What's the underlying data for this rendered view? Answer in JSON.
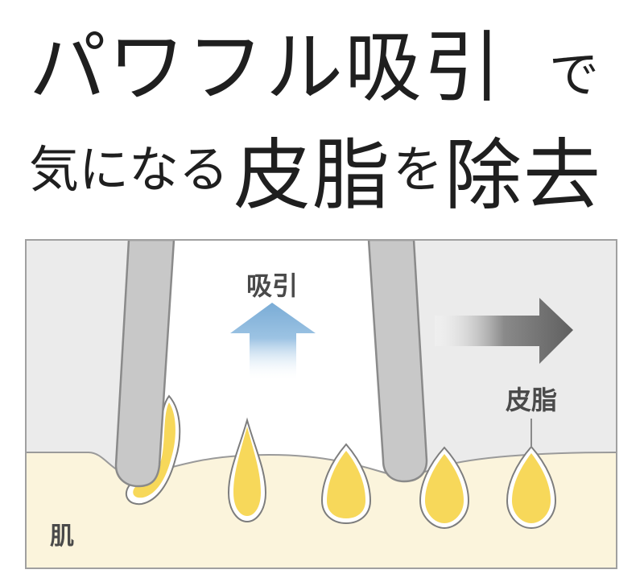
{
  "headline": {
    "line1": {
      "main": "パワフル吸引",
      "suffix": "で"
    },
    "line2": {
      "part_a": "気になる",
      "part_b": "皮脂",
      "part_c": "を",
      "part_d": "除去"
    }
  },
  "diagram": {
    "suction_label": "吸引",
    "sebum_label": "皮脂",
    "skin_label": "肌",
    "colors": {
      "panel_bg": "#ebebeb",
      "skin": "#fbf4dc",
      "nozzle": "#c8c8c8",
      "sebum": "#f7d85a",
      "suction_arrow": "#8bb6da",
      "flow_arrow": "#6b6b6b"
    }
  }
}
